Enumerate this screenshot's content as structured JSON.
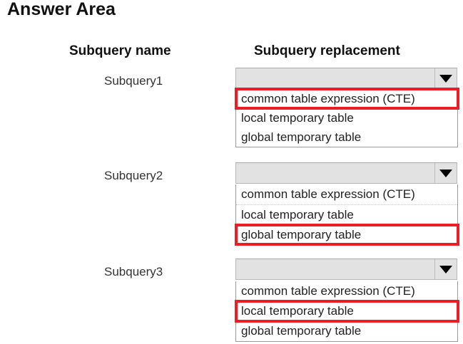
{
  "page": {
    "title": "Answer Area"
  },
  "table": {
    "headers": {
      "name": "Subquery name",
      "replacement": "Subquery replacement"
    },
    "rows": [
      {
        "label": "Subquery1",
        "combo": {
          "value": "",
          "arrow_icon": "chevron-down-icon"
        },
        "options": [
          {
            "label": "common table expression (CTE)",
            "selected": true
          },
          {
            "label": "local temporary table",
            "selected": false
          },
          {
            "label": "global temporary table",
            "selected": false
          }
        ]
      },
      {
        "label": "Subquery2",
        "combo": {
          "value": "",
          "arrow_icon": "chevron-down-icon"
        },
        "options": [
          {
            "label": "common table expression (CTE)",
            "selected": false
          },
          {
            "label": "local temporary table",
            "selected": false
          },
          {
            "label": "global temporary table",
            "selected": true
          }
        ]
      },
      {
        "label": "Subquery3",
        "combo": {
          "value": "",
          "arrow_icon": "chevron-down-icon"
        },
        "options": [
          {
            "label": "common table expression (CTE)",
            "selected": false
          },
          {
            "label": "local temporary table",
            "selected": true
          },
          {
            "label": "global temporary table",
            "selected": false
          }
        ]
      }
    ]
  },
  "colors": {
    "highlight": "#ee1c25",
    "combo_background": "#e2e2e2",
    "list_background": "#ffffff",
    "text": "#222222"
  }
}
